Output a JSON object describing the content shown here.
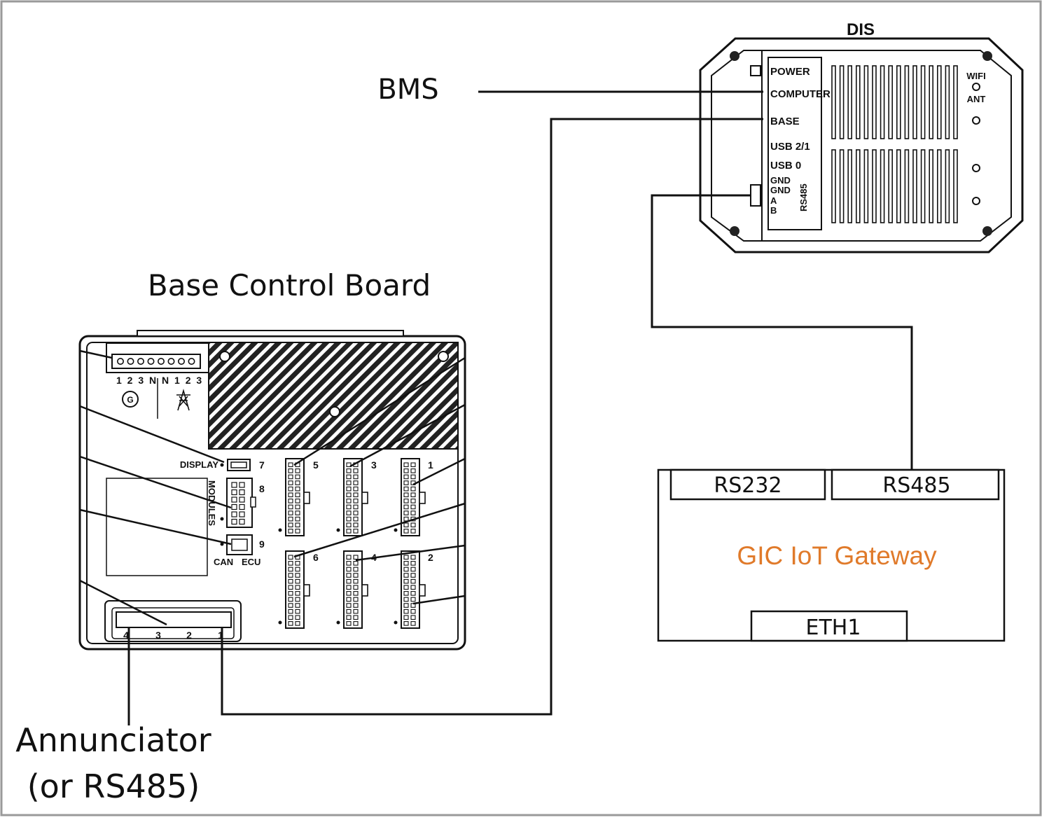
{
  "labels": {
    "bms": "BMS",
    "base_board": "Base Control Board",
    "dis": "DIS",
    "annunciator_line1": "Annunciator",
    "annunciator_line2": "(or RS485)",
    "gateway": "GIC IoT Gateway",
    "rs232": "RS232",
    "rs485": "RS485",
    "eth1": "ETH1"
  },
  "dis_ports": {
    "power": "POWER",
    "computer": "COMPUTER",
    "base": "BASE",
    "usb21": "USB 2/1",
    "usb0": "USB 0",
    "gnd1": "GND",
    "gnd2": "GND",
    "a": "A",
    "b": "B",
    "rs485_vert": "RS485",
    "wifi": "WIFI",
    "ant": "ANT"
  },
  "board": {
    "display": "DISPLAY",
    "modules": "MODULES",
    "can": "CAN",
    "ecu": "ECU",
    "terminal_labels": "1 2 3 N N 1 2 3",
    "gen_symbol": "G",
    "port7": "7",
    "port8": "8",
    "port9": "9",
    "port1": "1",
    "port2": "2",
    "port3": "3",
    "port4": "4",
    "port5": "5",
    "port6": "6",
    "ann4": "4",
    "ann3": "3",
    "ann2": "2",
    "ann1": "1"
  },
  "colors": {
    "gateway_text": "#e07a2a",
    "line": "#111111"
  }
}
